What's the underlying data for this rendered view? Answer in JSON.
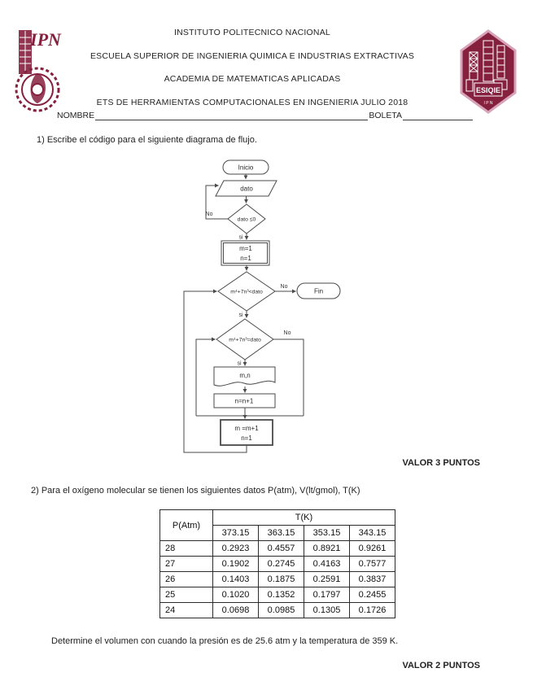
{
  "header": {
    "line1": "INSTITUTO POLITECNICO NACIONAL",
    "line2": "ESCUELA SUPERIOR DE INGENIERIA QUIMICA E INDUSTRIAS EXTRACTIVAS",
    "line3": "ACADEMIA DE MATEMATICAS APLICADAS",
    "line4": "ETS DE HERRAMIENTAS COMPUTACIONALES EN INGENIERIA JULIO 2018",
    "name_label": "NOMBRE",
    "boleta_label": "BOLETA"
  },
  "logos": {
    "ipn_text": "IPN",
    "esiqie_text": "ESIQIE",
    "esiqie_small_text": "I P N",
    "maroon": "#86203f"
  },
  "q1": {
    "text": "1) Escribe el código para el siguiente diagrama de flujo.",
    "valor": "VALOR 3 PUNTOS",
    "flowchart": {
      "start": "Inicio",
      "input": "dato",
      "d1": "dato ≤0",
      "init_line1": "m=1",
      "init_line2": "n=1",
      "d2": "m⁴+7n³<dato",
      "end": "Fin",
      "d3": "m⁴+7n³=dato",
      "output": "m,n",
      "inc_n": "n=n+1",
      "inc_m_line1": "m =m+1",
      "inc_m_line2": "n=1",
      "no": "No",
      "si": "si"
    }
  },
  "q2": {
    "text": "2) Para el oxígeno molecular se tienen los siguientes datos P(atm), V(lt/gmol), T(K)",
    "note": "Determine el volumen con cuando la presión es de 25.6 atm y la temperatura de 359 K.",
    "valor": "VALOR 2 PUNTOS",
    "table": {
      "corner": "P(Atm)",
      "group_header": "T(K)",
      "temps": [
        "373.15",
        "363.15",
        "353.15",
        "343.15"
      ],
      "rows": [
        {
          "p": "28",
          "v": [
            "0.2923",
            "0.4557",
            "0.8921",
            "0.9261"
          ]
        },
        {
          "p": "27",
          "v": [
            "0.1902",
            "0.2745",
            "0.4163",
            "0.7577"
          ]
        },
        {
          "p": "26",
          "v": [
            "0.1403",
            "0.1875",
            "0.2591",
            "0.3837"
          ]
        },
        {
          "p": "25",
          "v": [
            "0.1020",
            "0.1352",
            "0.1797",
            "0.2455"
          ]
        },
        {
          "p": "24",
          "v": [
            "0.0698",
            "0.0985",
            "0.1305",
            "0.1726"
          ]
        }
      ]
    }
  }
}
